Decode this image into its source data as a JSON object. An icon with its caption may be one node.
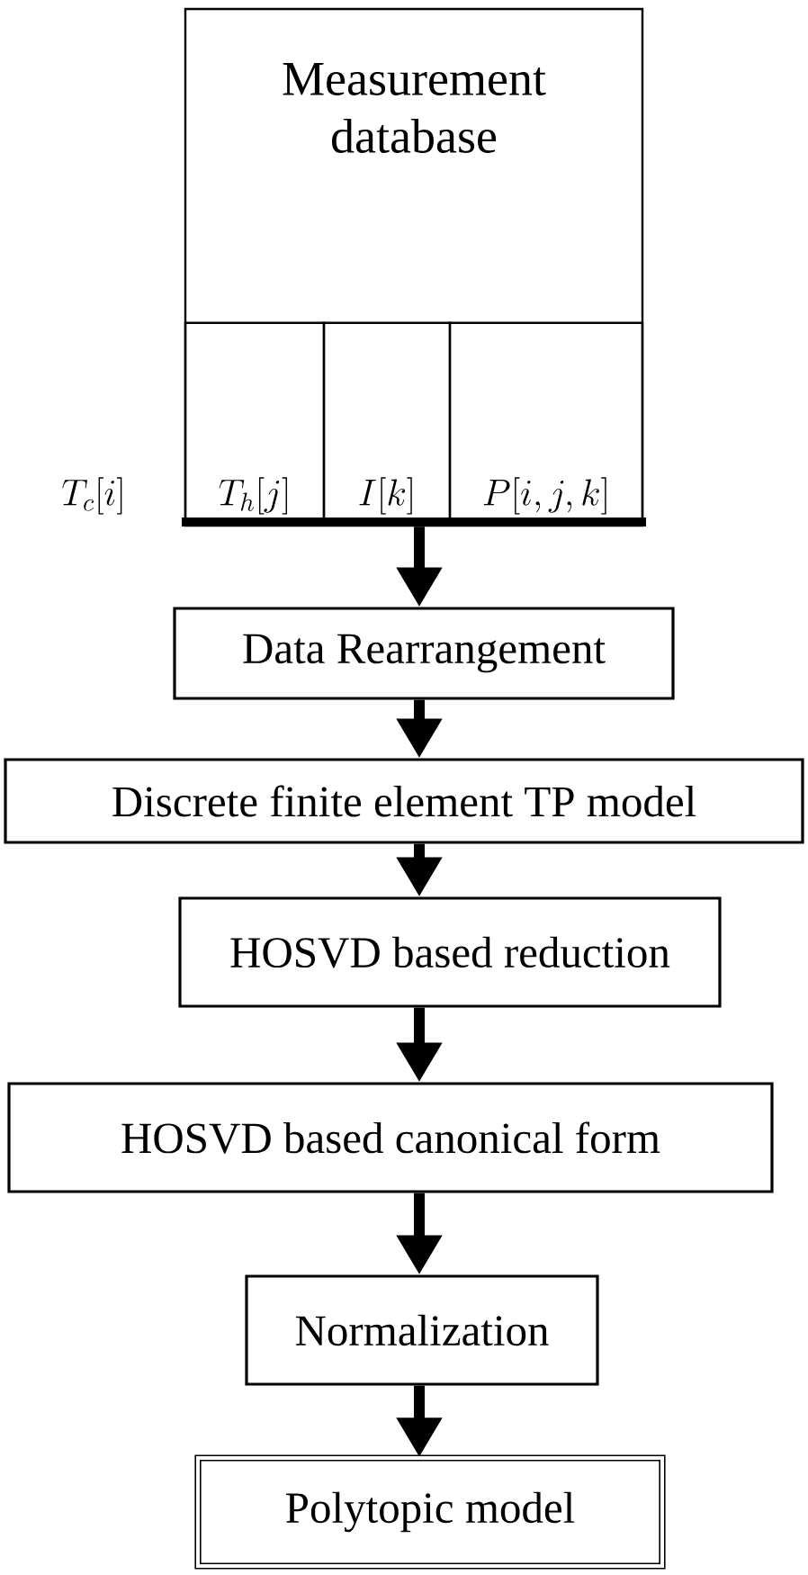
{
  "diagram": {
    "nodes": [
      {
        "text": [
          "Measurement database"
        ]
      },
      {
        "text": [
          "T_h[j]"
        ],
        "in": 0
      },
      {
        "text": [
          "I[k]"
        ],
        "in": 0
      },
      {
        "text": [
          "P[i,j,k]"
        ],
        "in": 0
      },
      {
        "text": [
          "Data Rearrangement"
        ]
      },
      {
        "text": [
          "Discrete finite element TP model"
        ]
      },
      {
        "text": [
          "HOSVD based reduction"
        ]
      },
      {
        "text": [
          "HOSVD based canonical form"
        ]
      },
      {
        "text": [
          "Normalization"
        ]
      },
      {
        "text": [
          "Polytopic model"
        ]
      }
    ],
    "edges": [
      {
        "from": 0,
        "to": 4,
        "arrow": "to"
      },
      {
        "from": 4,
        "to": 5,
        "arrow": "to"
      },
      {
        "from": 5,
        "to": 6,
        "arrow": "to"
      },
      {
        "from": 6,
        "to": 7,
        "arrow": "to"
      },
      {
        "from": 7,
        "to": 8,
        "arrow": "to"
      },
      {
        "from": 8,
        "to": 9,
        "arrow": "to"
      }
    ],
    "labels": [
      "T_c[i]"
    ]
  }
}
